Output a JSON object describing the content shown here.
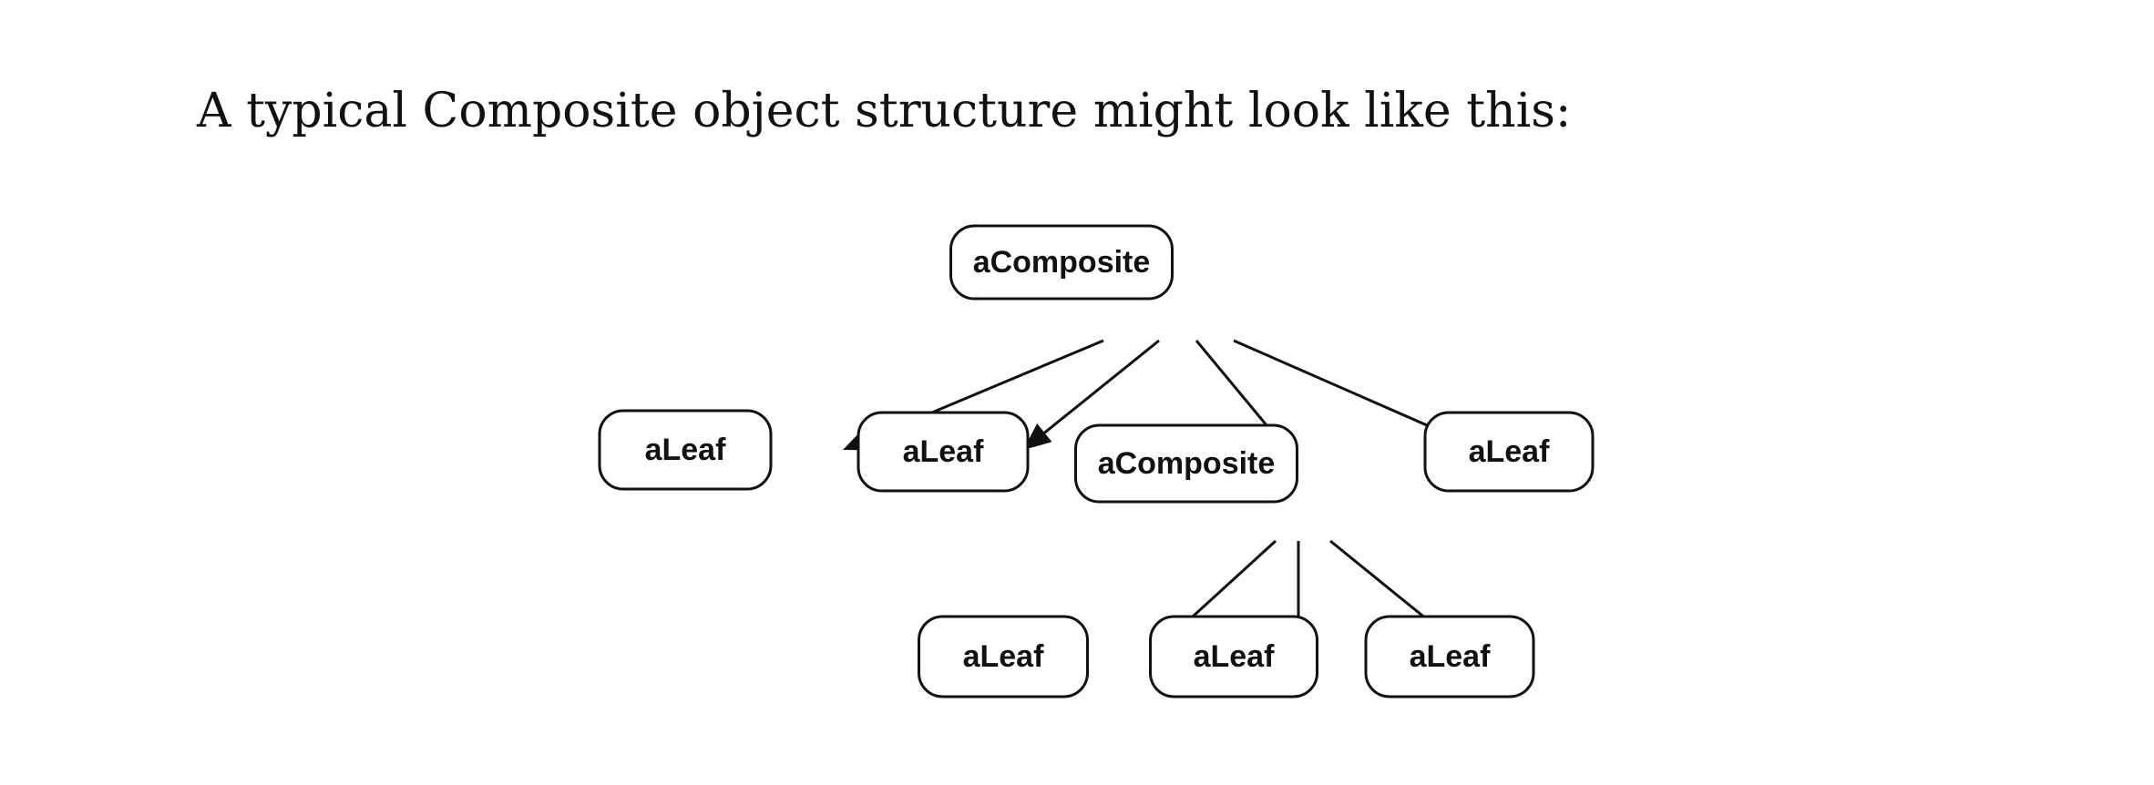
{
  "intro_text": "A typical Composite object structure might look like this:",
  "diagram": {
    "nodes": [
      {
        "id": "root",
        "label": "aComposite"
      },
      {
        "id": "leaf1",
        "label": "aLeaf"
      },
      {
        "id": "leaf2",
        "label": "aLeaf"
      },
      {
        "id": "comp2",
        "label": "aComposite"
      },
      {
        "id": "leaf3",
        "label": "aLeaf"
      },
      {
        "id": "leaf4",
        "label": "aLeaf"
      },
      {
        "id": "leaf5",
        "label": "aLeaf"
      },
      {
        "id": "leaf6",
        "label": "aLeaf"
      }
    ],
    "edges": [
      {
        "from": "root",
        "to": "leaf1"
      },
      {
        "from": "root",
        "to": "leaf2"
      },
      {
        "from": "root",
        "to": "comp2"
      },
      {
        "from": "root",
        "to": "leaf3"
      },
      {
        "from": "comp2",
        "to": "leaf4"
      },
      {
        "from": "comp2",
        "to": "leaf5"
      },
      {
        "from": "comp2",
        "to": "leaf6"
      }
    ]
  }
}
